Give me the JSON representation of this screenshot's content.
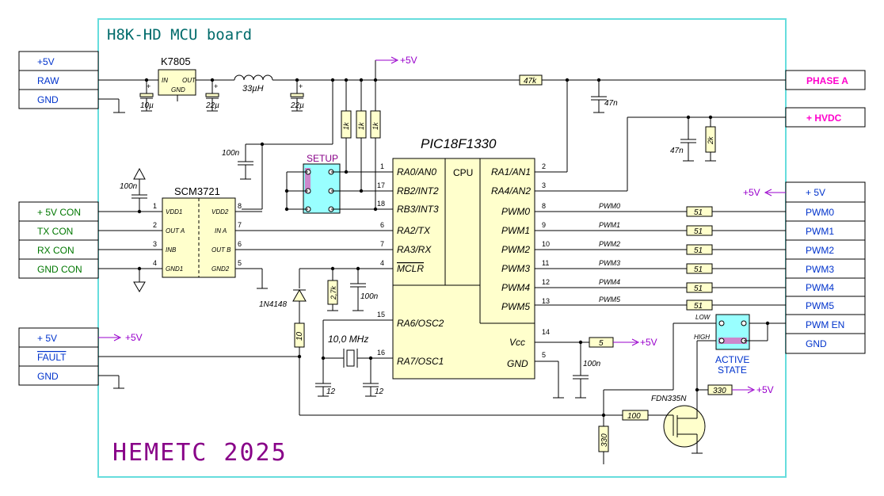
{
  "title": "H8K-HD MCU board",
  "signature": "HEMETC 2025",
  "colors": {
    "border": "#66dddd",
    "title": "#006b6b",
    "blue": "#0033cc",
    "green": "#007700",
    "magenta": "#ff00cc",
    "purple": "#9900cc",
    "chip": "#ffffcc",
    "jumper": "#99ffff"
  },
  "connectors": {
    "power": [
      "+5V",
      "RAW",
      "GND"
    ],
    "comm": [
      "+ 5V CON",
      "TX CON",
      "RX CON",
      "GND CON"
    ],
    "fault": [
      "+ 5V",
      "FAULT",
      "GND"
    ],
    "phase": "PHASE A",
    "hvdc": "+ HVDC",
    "pwm": [
      "+ 5V",
      "PWM0",
      "PWM1",
      "PWM2",
      "PWM3",
      "PWM4",
      "PWM5",
      "PWM EN",
      "GND"
    ]
  },
  "supply_label": "+5V",
  "regulator": {
    "name": "K7805",
    "in": "IN",
    "out": "OUT",
    "gnd": "GND"
  },
  "caps": {
    "c10": "10µ",
    "c22a": "22µ",
    "c22b": "22µ",
    "c47a": "47n",
    "c47b": "47n",
    "c100a": "100n",
    "c100b": "100n",
    "c100c": "100n",
    "c100d": "100n",
    "c12a": "12",
    "c12b": "12"
  },
  "inductor": "33µH",
  "resistors": {
    "r47k": "47k",
    "r2k": "2k",
    "r1k": "1k",
    "r27k": "2,7k",
    "r10": "10",
    "r5": "5",
    "r51": "51",
    "r330a": "330",
    "r330b": "330",
    "r100": "100"
  },
  "crystal": "10,0 MHz",
  "diode": "1N4148",
  "mosfet": "FDN335N",
  "setup": "SETUP",
  "active": {
    "title1": "ACTIVE",
    "title2": "STATE",
    "low": "LOW",
    "high": "HIGH"
  },
  "iso": {
    "name": "SCM3721",
    "left": [
      "VDD1",
      "OUT A",
      "INB",
      "GND1"
    ],
    "right": [
      "VDD2",
      "IN A",
      "OUT B",
      "GND2"
    ],
    "lnums": [
      "1",
      "2",
      "3",
      "4"
    ],
    "rnums": [
      "8",
      "7",
      "6",
      "5"
    ]
  },
  "mcu": {
    "name": "PIC18F1330",
    "cpu": "CPU",
    "left_pins": [
      "RA0/AN0",
      "RB2/INT2",
      "RB3/INT3",
      "RA2/TX",
      "RA3/RX",
      "MCLR",
      "RA6/OSC2",
      "RA7/OSC1"
    ],
    "left_nums": [
      "1",
      "17",
      "18",
      "6",
      "7",
      "4",
      "15",
      "16"
    ],
    "right_pins": [
      "RA1/AN1",
      "RA4/AN2",
      "PWM0",
      "PWM1",
      "PWM2",
      "PWM3",
      "PWM4",
      "PWM5",
      "Vcc",
      "GND"
    ],
    "right_nums": [
      "2",
      "3",
      "8",
      "9",
      "10",
      "11",
      "12",
      "13",
      "14",
      "5"
    ]
  },
  "nets": [
    "PWM0",
    "PWM1",
    "PWM2",
    "PWM3",
    "PWM4",
    "PWM5"
  ]
}
